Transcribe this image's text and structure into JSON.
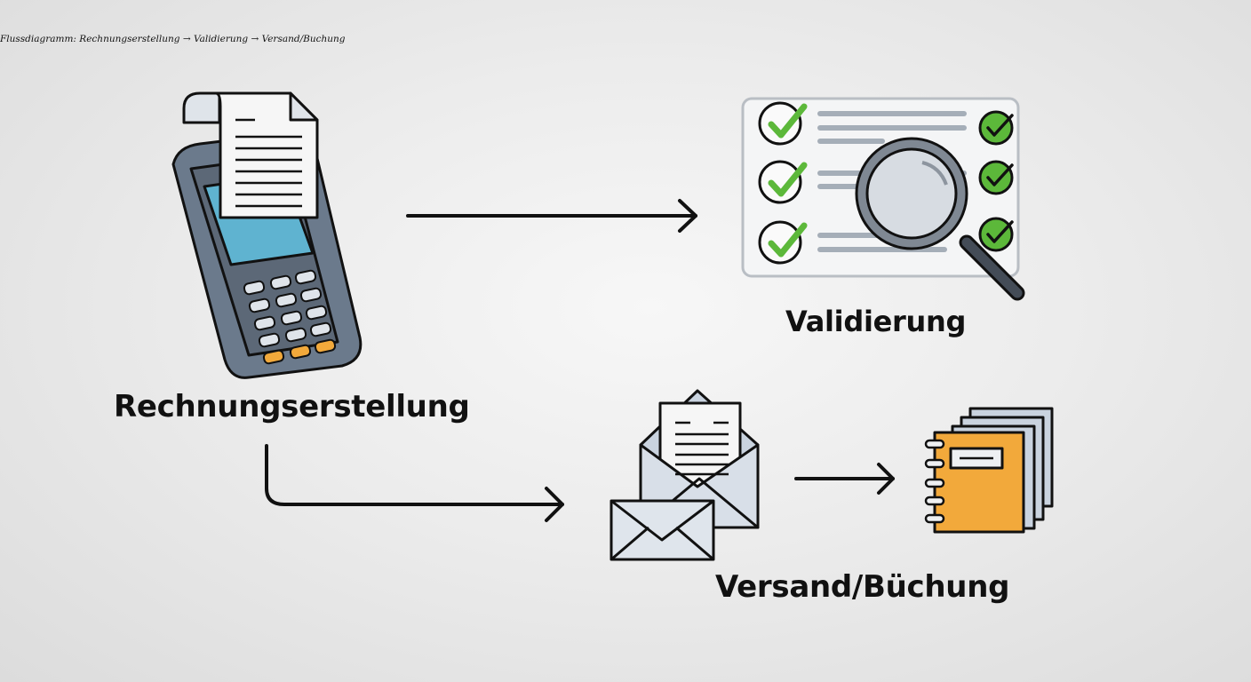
{
  "caption": "Flussdiagramm: Rechnungserstellung → Validierung → Versand/Buchung",
  "nodes": [
    {
      "id": "rechnungserstellung",
      "label": "Rechnungserstellung",
      "icon": "payment-terminal-receipt-icon"
    },
    {
      "id": "validierung",
      "label": "Validierung",
      "icon": "checklist-magnifier-icon"
    },
    {
      "id": "versand_buchung",
      "label": "Versand/Büchung",
      "icon": "envelopes-and-ledger-icon"
    }
  ],
  "edges": [
    {
      "from": "rechnungserstellung",
      "to": "validierung",
      "style": "straight-arrow"
    },
    {
      "from": "rechnungserstellung",
      "to": "versand_buchung",
      "style": "elbow-arrow"
    },
    {
      "from": "envelopes",
      "to": "ledger",
      "style": "straight-arrow"
    }
  ],
  "colors": {
    "background": "#e8e8e8",
    "outline": "#111111",
    "terminal_body": "#6b7a8c",
    "screen": "#5fb3d0",
    "orange": "#f2a93b",
    "green": "#5cb83a",
    "paper_blue": "#c9d3df"
  }
}
